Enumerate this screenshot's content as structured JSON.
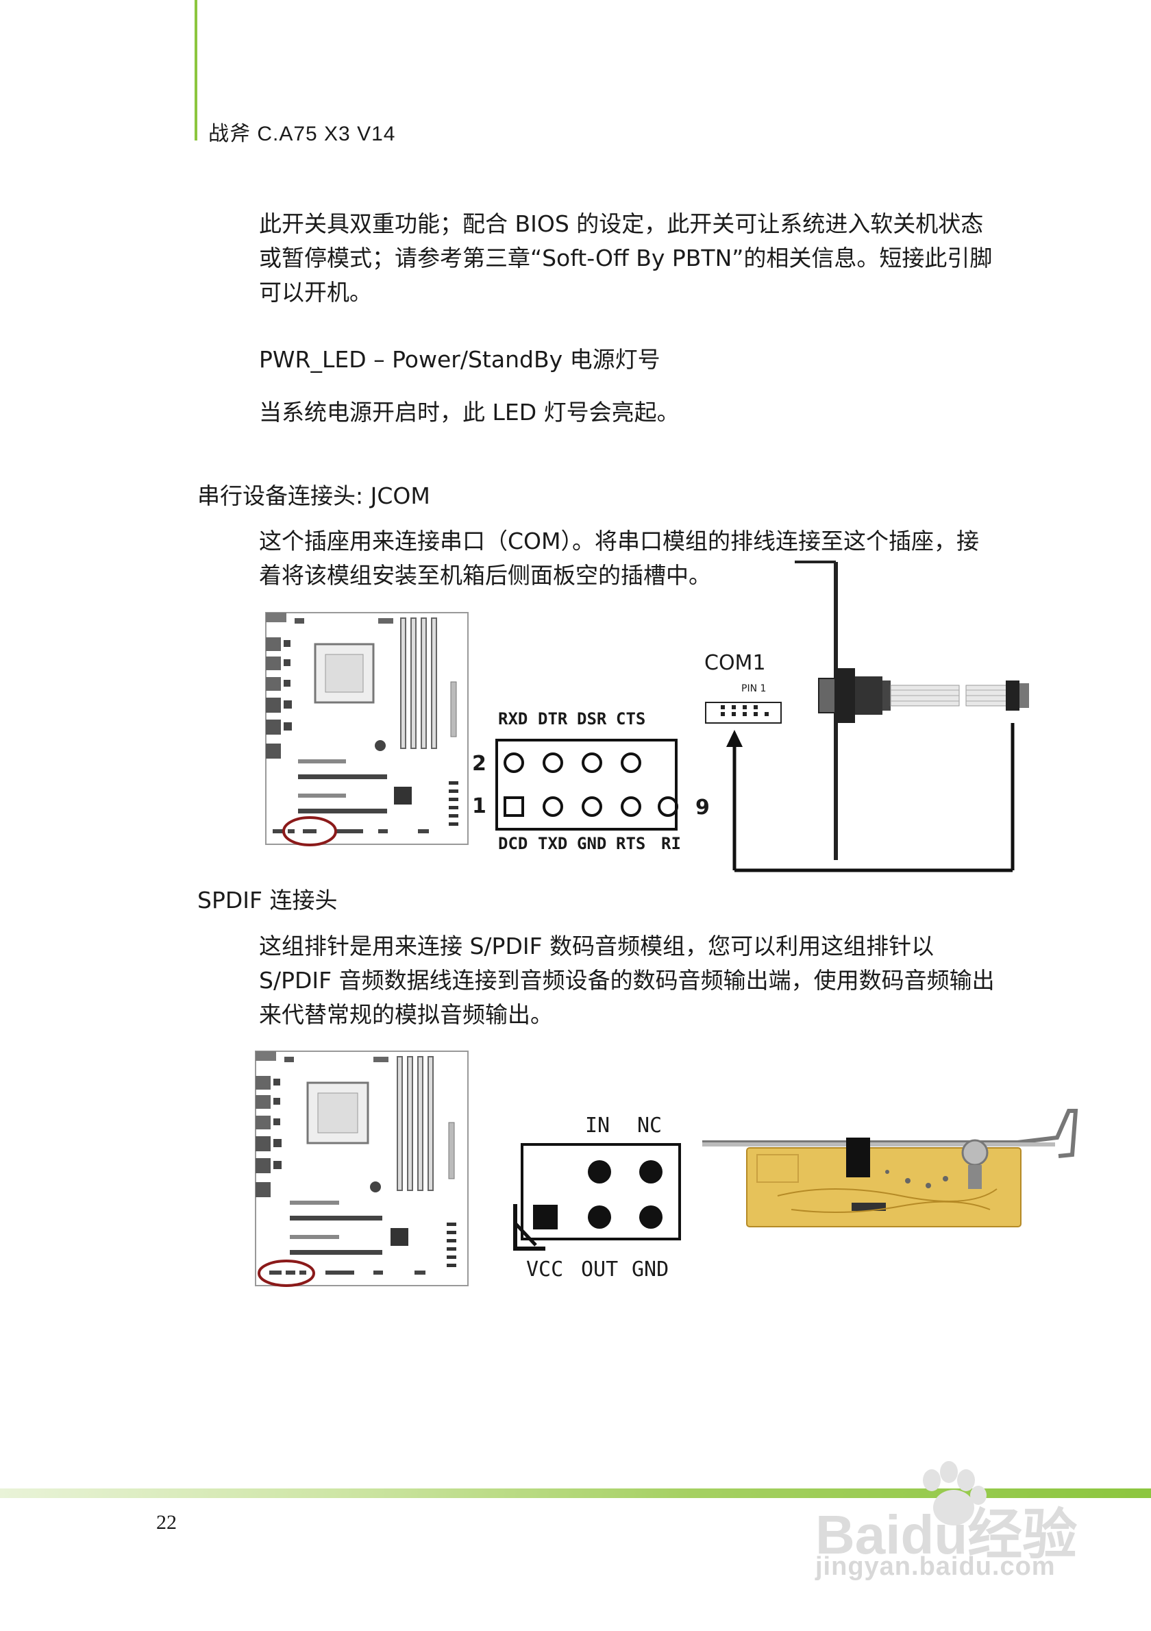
{
  "header": {
    "title": "战斧 C.A75 X3 V14"
  },
  "power_switch": {
    "lines": [
      "此开关具双重功能；配合 BIOS 的设定，此开关可让系统进入软关机状态",
      "或暂停模式；请参考第三章“Soft-Off By PBTN”的相关信息。短接此引脚",
      "可以开机。"
    ]
  },
  "pwr_led": {
    "title": "PWR_LED – Power/StandBy 电源灯号",
    "description": "当系统电源开启时，此 LED 灯号会亮起。"
  },
  "jcom": {
    "heading": "串行设备连接头: JCOM",
    "lines": [
      "这个插座用来连接串口（COM）。将串口模组的排线连接至这个插座，接",
      "着将该模组安装至机箱后侧面板空的插槽中。"
    ],
    "pin_top_labels": [
      "RXD",
      "DTR",
      "DSR",
      "CTS"
    ],
    "pin_bottom_labels": [
      "DCD",
      "TXD",
      "GND",
      "RTS",
      "RI"
    ],
    "row_label_top": "2",
    "row_label_bottom": "1",
    "end_label": "9",
    "com_label": "COM1",
    "pin1_label": "PIN 1"
  },
  "spdif": {
    "heading": "SPDIF 连接头",
    "lines": [
      "这组排针是用来连接 S/PDIF 数码音频模组，您可以利用这组排针以",
      "S/PDIF 音频数据线连接到音频设备的数码音频输出端，使用数码音频输出",
      "来代替常规的模拟音频输出。"
    ],
    "pin_top_labels": [
      "IN",
      "NC"
    ],
    "pin_bottom_labels": [
      "VCC",
      "OUT",
      "GND"
    ]
  },
  "footer": {
    "page_number": "22"
  },
  "watermark": {
    "brand": "Baidu经验",
    "url": "jingyan.baidu.com"
  },
  "colors": {
    "accent_green": "#8cc63f",
    "highlight_circle": "#8b1a1a",
    "card_yellow": "#e6c25a"
  }
}
